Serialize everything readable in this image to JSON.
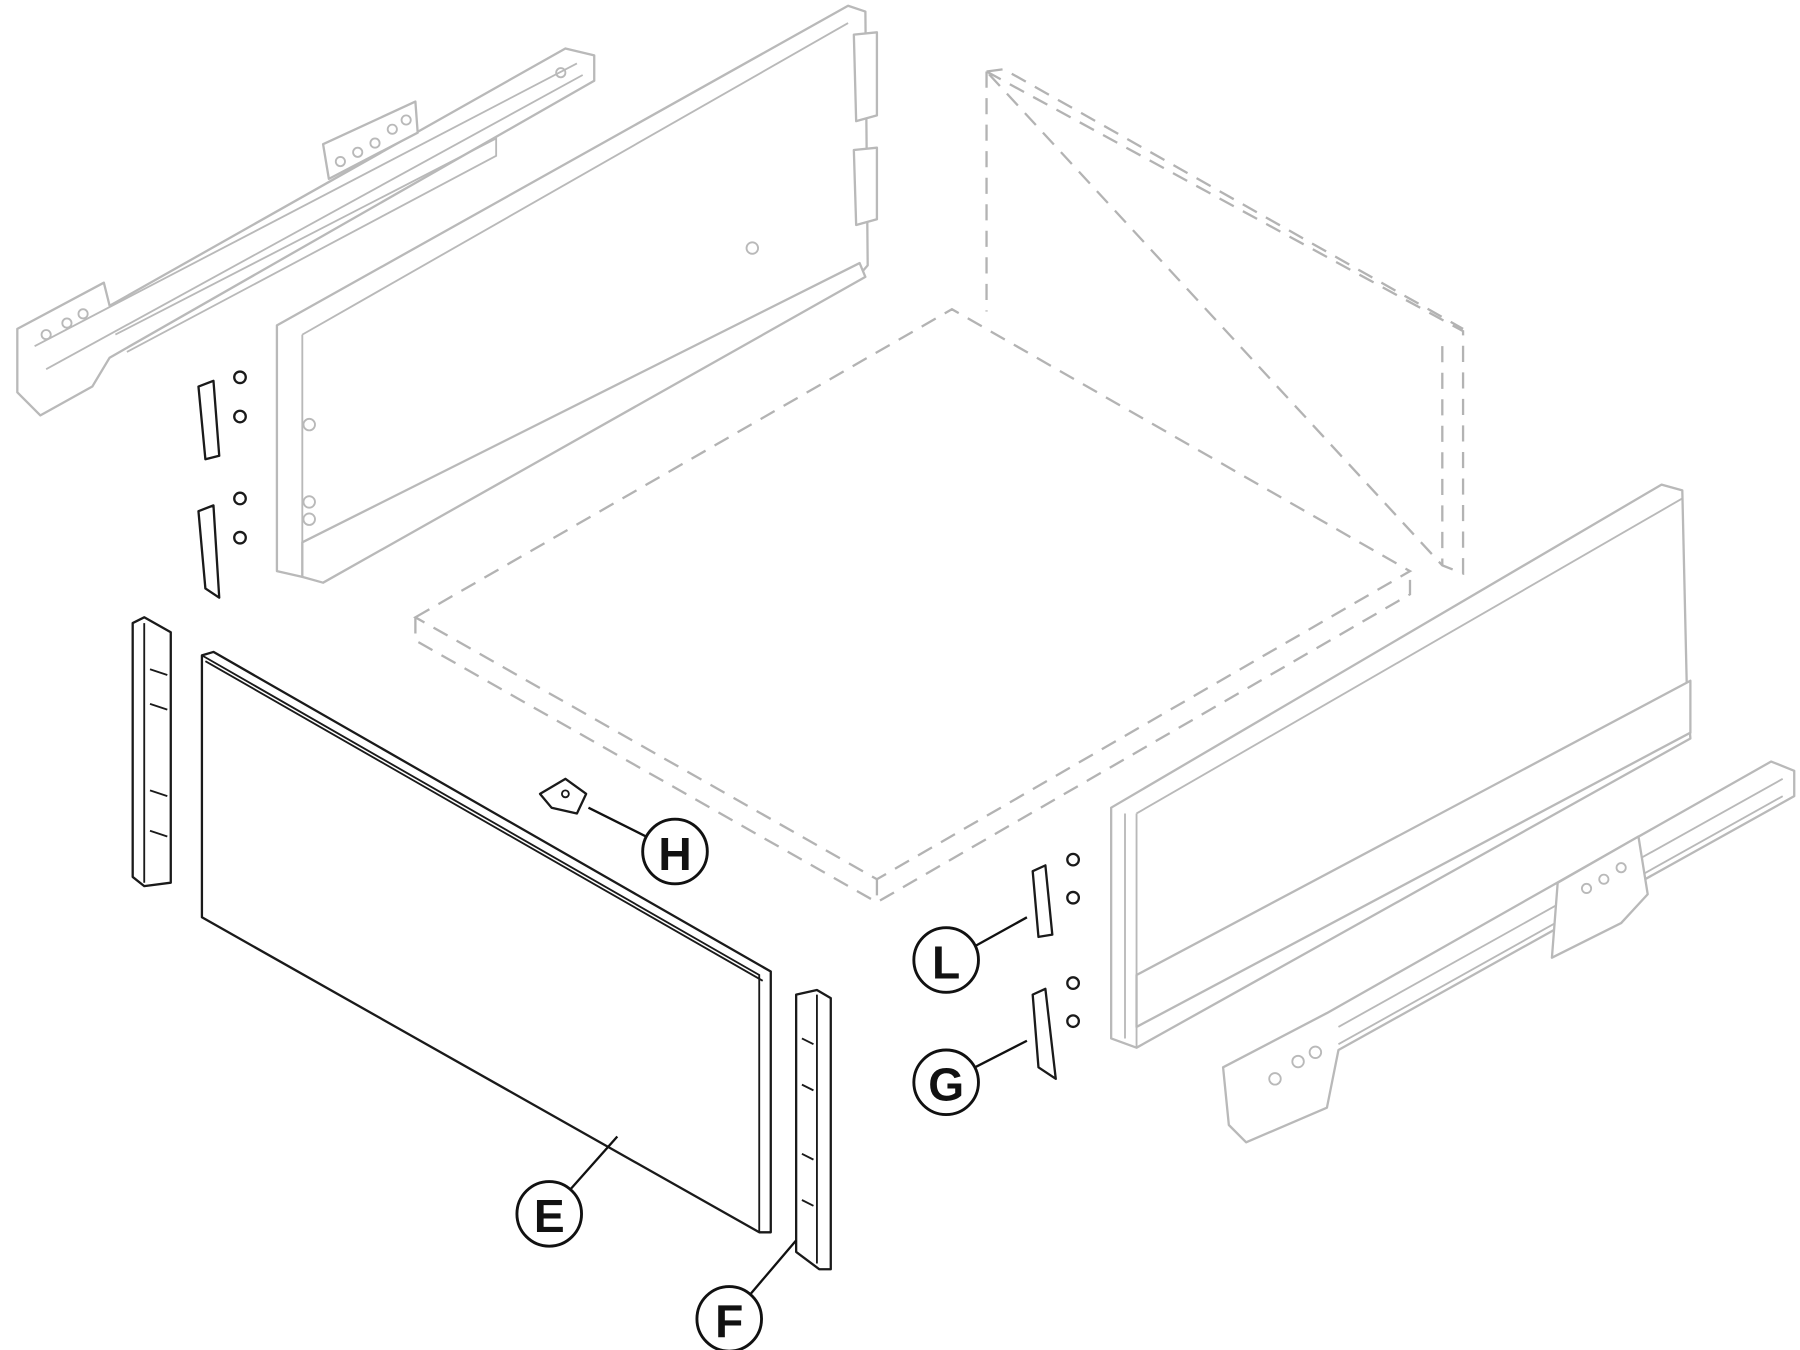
{
  "labels": {
    "E": "E",
    "F": "F",
    "G": "G",
    "H": "H",
    "L": "L"
  },
  "colors": {
    "line_dark": "#1a1a1a",
    "line_ghost": "#b9b9b9",
    "background": "#ffffff"
  }
}
